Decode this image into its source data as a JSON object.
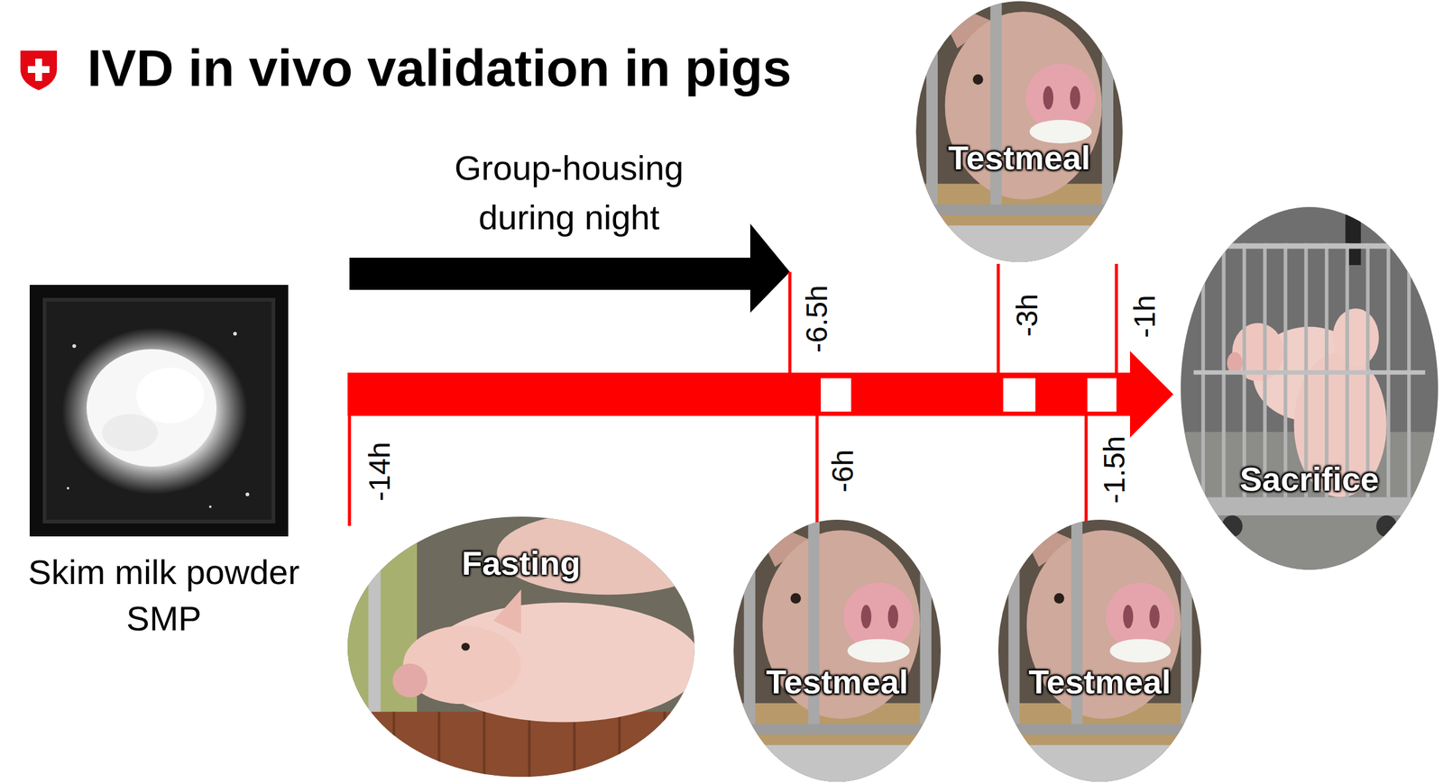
{
  "diagram": {
    "title": "IVD in vivo validation in pigs",
    "nodes": [
      {
        "text": [
          "Fasting"
        ]
      },
      {
        "text": [
          "Testmeal"
        ]
      },
      {
        "text": [
          "Testmeal"
        ]
      },
      {
        "text": [
          "Testmeal"
        ]
      },
      {
        "text": [
          "Sacrifice"
        ]
      }
    ],
    "labels": [
      "Group-housing during night",
      "Skim milk powder SMP",
      "-14h",
      "-6.5h",
      "-6h",
      "-3h",
      "-1.5h",
      "-1h"
    ]
  }
}
